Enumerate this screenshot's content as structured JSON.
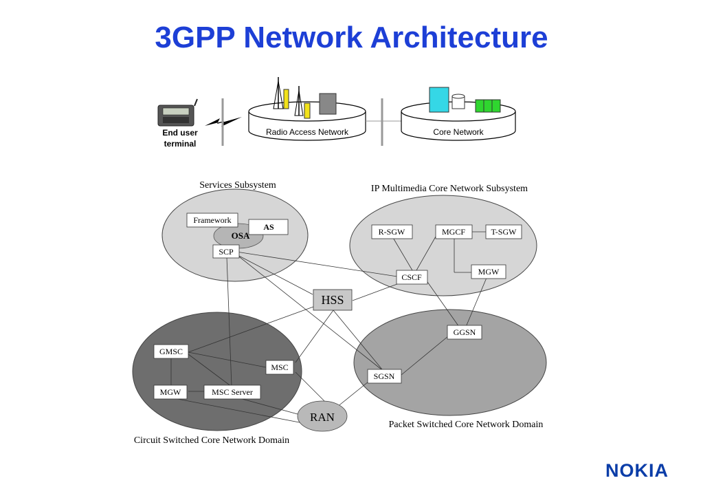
{
  "slide": {
    "title": "3GPP Network Architecture",
    "brand": "NOKIA"
  },
  "colors": {
    "title": "#1d3fd6",
    "brand": "#0b3da8",
    "services_ellipse": "#d6d6d6",
    "ims_ellipse": "#d6d6d6",
    "cs_ellipse": "#6e6e6e",
    "ps_ellipse": "#a4a4a4",
    "ran_ellipse": "#b9b9b9"
  },
  "overview": {
    "terminal_label_line1": "End user",
    "terminal_label_line2": "terminal",
    "ran_label": "Radio Access Network",
    "core_label": "Core Network"
  },
  "domains": {
    "services": "Services Subsystem",
    "ims": "IP Multimedia Core Network Subsystem",
    "cs": "Circuit Switched Core Network Domain",
    "ps": "Packet Switched Core Network Domain"
  },
  "nodes": {
    "framework": "Framework",
    "as": "AS",
    "osa": "OSA",
    "scp": "SCP",
    "rsgw": "R-SGW",
    "mgcf": "MGCF",
    "tsgw": "T-SGW",
    "mgw_ims": "MGW",
    "cscf": "CSCF",
    "hss": "HSS",
    "ggsn": "GGSN",
    "gmsc": "GMSC",
    "msc": "MSC",
    "sgsn": "SGSN",
    "mgw_cs": "MGW",
    "msc_server": "MSC Server",
    "ran": "RAN"
  }
}
